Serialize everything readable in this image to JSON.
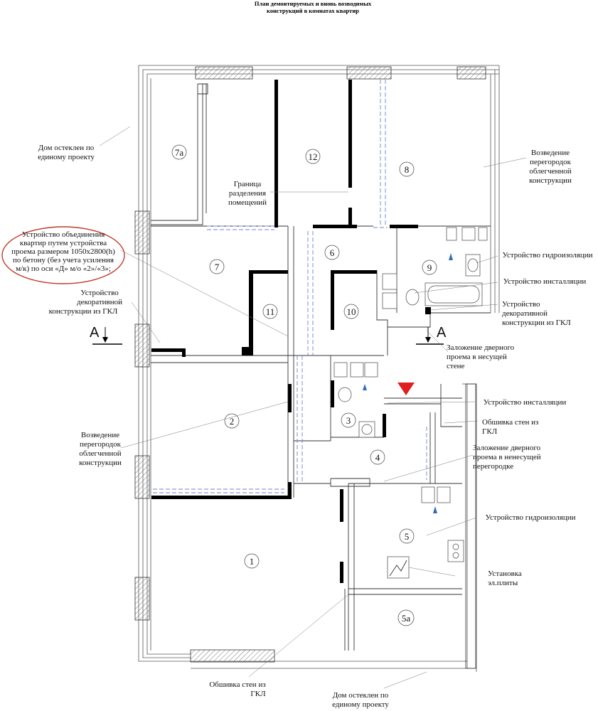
{
  "title": {
    "line1": "План демонтируемых и вновь возводимых",
    "line2": "конструкций в комнатах квартир"
  },
  "rooms": {
    "r1": "1",
    "r2": "2",
    "r3": "3",
    "r4": "4",
    "r5": "5",
    "r5a": "5а",
    "r6": "6",
    "r7": "7",
    "r7a": "7а",
    "r8": "8",
    "r9": "9",
    "r10": "10",
    "r11": "11",
    "r12": "12"
  },
  "section_marks": {
    "left": "А",
    "right": "А"
  },
  "notes": {
    "glazed_top": [
      "Дом остеклен по",
      "единому проекту"
    ],
    "boundary": [
      "Граница",
      "разделения",
      "помещений"
    ],
    "partitions_top": [
      "Возведение",
      "перегородок",
      "облегченной",
      "конструкции"
    ],
    "merge_opening": [
      "Устройство объединения",
      "квартир путем устройства",
      "проема размером 1050x2800(h)",
      "по бетону (без учета усиления",
      "м/к) по оси «Д» м/о «2»/«3»;"
    ],
    "deco_gkl_left": [
      "Устройство",
      "декоративной",
      "конструкции из ГКЛ"
    ],
    "waterproof_top": [
      "Устройство гидроизоляции"
    ],
    "install_top": [
      "Устройство инсталляции"
    ],
    "deco_gkl_right": [
      "Устройство",
      "декоративной",
      "конструкции из ГКЛ"
    ],
    "door_bearing_wall": [
      "Заложение дверного",
      "проема в несущей",
      "стене"
    ],
    "install_mid": [
      "Устройство инсталляции"
    ],
    "gkl_cladding_right": [
      "Обшивка стен из",
      "ГКЛ"
    ],
    "door_bearing_partition": [
      "Заложение дверного",
      "проема в ненесущей",
      "перегородке"
    ],
    "partitions_left": [
      "Возведение",
      "перегородок",
      "облегченной",
      "конструкции"
    ],
    "waterproof_mid": [
      "Устройство гидроизоляции"
    ],
    "stove": [
      "Установка",
      "эл.плиты"
    ],
    "gkl_cladding_bottom": [
      "Обшивка стен из",
      "ГКЛ"
    ],
    "glazed_bottom": [
      "Дом остеклен по",
      "единому проекту"
    ]
  },
  "colors": {
    "wall": "#000000",
    "new_partition_dashed": "#7080d0",
    "callout_ellipse": "#c0392b",
    "marker_triangle": "#e02020",
    "waterproof_arrow": "#2d6fb5"
  }
}
